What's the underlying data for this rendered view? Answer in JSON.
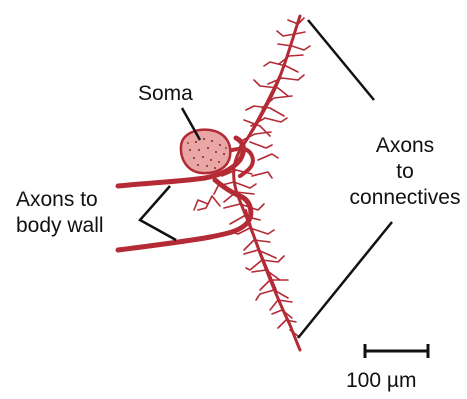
{
  "labels": {
    "soma": "Soma",
    "body_wall": [
      "Axons to",
      "body wall"
    ],
    "connectives": [
      "Axons",
      "to",
      "connectives"
    ],
    "scale": "100 µm"
  },
  "colors": {
    "neuron": "#b42a35",
    "soma_fill": "#e8a7a4",
    "soma_stipple": "#8e1f28",
    "leader": "#111111"
  }
}
